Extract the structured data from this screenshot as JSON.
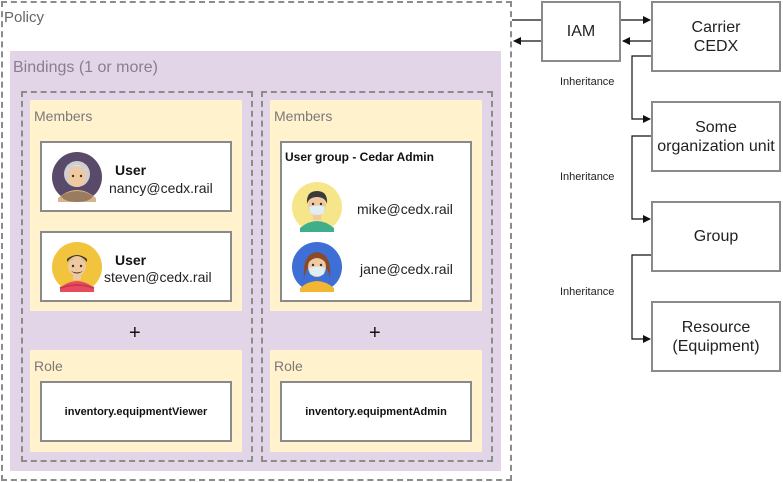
{
  "policy": {
    "label": "Policy"
  },
  "bindings": {
    "label": "Bindings (1 or more)",
    "items": [
      {
        "members_label": "Members",
        "users": [
          {
            "title": "User",
            "email": "nancy@cedx.rail",
            "avatar": "elderly-woman-avatar-icon"
          },
          {
            "title": "User",
            "email": "steven@cedx.rail",
            "avatar": "man-avatar-icon"
          }
        ],
        "plus": "+",
        "role_label": "Role",
        "role": "inventory.equipmentViewer"
      },
      {
        "members_label": "Members",
        "group_title": "User group - Cedar Admin",
        "group_members": [
          {
            "email": "mike@cedx.rail",
            "avatar": "man-with-mask-avatar-icon"
          },
          {
            "email": "jane@cedx.rail",
            "avatar": "woman-with-mask-avatar-icon"
          }
        ],
        "plus": "+",
        "role_label": "Role",
        "role": "inventory.equipmentAdmin"
      }
    ]
  },
  "hierarchy": {
    "iam": "IAM",
    "nodes": [
      "Carrier CEDX",
      "Some organization unit",
      "Group",
      "Resource (Equipment)"
    ],
    "edge_label": "Inheritance"
  },
  "colors": {
    "bindings_bg": "#e1d5e7",
    "members_bg": "#fff2cc",
    "border": "#8a8a8a"
  }
}
